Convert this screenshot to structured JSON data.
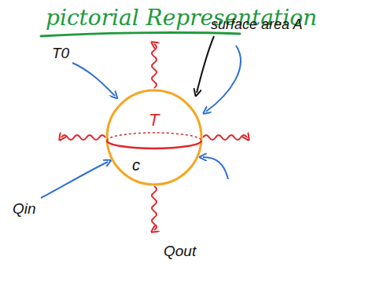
{
  "diagram": {
    "title": "pictorial Representation",
    "nodes": [
      {
        "text": [
          "T",
          "c"
        ]
      }
    ],
    "labels": [
      "surface area A",
      "T0",
      "Qin",
      "Qout"
    ]
  }
}
